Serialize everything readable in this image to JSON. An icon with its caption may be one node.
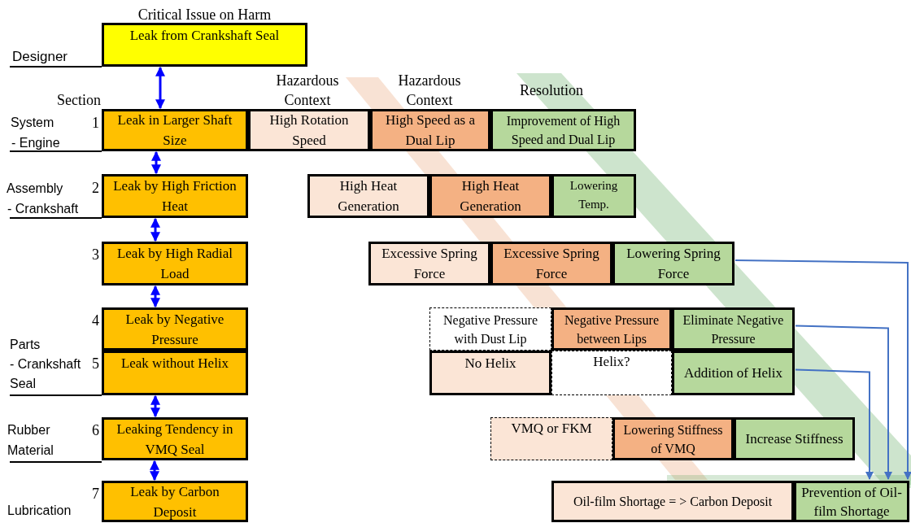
{
  "diagram": {
    "nodes": [
      {
        "text": [
          "Leak from Crankshaft Seal"
        ]
      },
      {
        "text": [
          "Leak in Larger Shaft Size"
        ]
      },
      {
        "text": [
          "High Rotation Speed"
        ]
      },
      {
        "text": [
          "High Speed as a Dual Lip"
        ]
      },
      {
        "text": [
          "Improvement of High Speed and Dual Lip"
        ]
      },
      {
        "text": [
          "Leak by High Friction Heat"
        ]
      },
      {
        "text": [
          "High Heat Generation"
        ]
      },
      {
        "text": [
          "High Heat Generation"
        ]
      },
      {
        "text": [
          "Lowering Temp."
        ]
      },
      {
        "text": [
          "Leak by High Radial Load"
        ]
      },
      {
        "text": [
          "Excessive Spring Force"
        ]
      },
      {
        "text": [
          "Excessive Spring Force"
        ]
      },
      {
        "text": [
          "Lowering Spring Force"
        ]
      },
      {
        "text": [
          "Leak by Negative Pressure"
        ]
      },
      {
        "text": [
          "Negative Pressure with Dust Lip"
        ]
      },
      {
        "text": [
          "Negative Pressure between Lips"
        ]
      },
      {
        "text": [
          "Eliminate Negative Pressure"
        ]
      },
      {
        "text": [
          "Leak without Helix"
        ]
      },
      {
        "text": [
          "No Helix"
        ]
      },
      {
        "text": [
          "Helix?"
        ]
      },
      {
        "text": [
          "Addition of Helix"
        ]
      },
      {
        "text": [
          "Leaking Tendency in VMQ Seal"
        ]
      },
      {
        "text": [
          "VMQ or FKM"
        ]
      },
      {
        "text": [
          "Lowering Stiffness of VMQ"
        ]
      },
      {
        "text": [
          "Increase Stiffness"
        ]
      },
      {
        "text": [
          "Leak by Carbon Deposit"
        ]
      },
      {
        "text": [
          "Oil-film Shortage = > Carbon Deposit"
        ]
      },
      {
        "text": [
          "Prevention of Oil-film Shortage"
        ]
      }
    ],
    "edges": [
      {
        "from": 0,
        "to": 1,
        "arrow": "both"
      },
      {
        "from": 1,
        "to": 5,
        "arrow": "both"
      },
      {
        "from": 5,
        "to": 9,
        "arrow": "both"
      },
      {
        "from": 9,
        "to": 13,
        "arrow": "both"
      },
      {
        "from": 17,
        "to": 21,
        "arrow": "both"
      },
      {
        "from": 21,
        "to": 25,
        "arrow": "both"
      },
      {
        "from": 12,
        "to": 27,
        "arrow": "to",
        "color": "#4472c4"
      },
      {
        "from": 16,
        "to": 27,
        "arrow": "to",
        "color": "#4472c4"
      },
      {
        "from": 20,
        "to": 27,
        "arrow": "to",
        "color": "#4472c4"
      }
    ],
    "labels": [
      "Critical Issue on Harm",
      "Designer",
      "Section",
      "Hazardous Context",
      "Hazardous Context",
      "Resolution",
      "System",
      "- Engine",
      "1",
      "Assembly",
      "- Crankshaft",
      "2",
      "3",
      "4",
      "Parts",
      "- Crankshaft Seal",
      "5",
      "Rubber Material",
      "6",
      "7",
      "Lubrication"
    ]
  }
}
